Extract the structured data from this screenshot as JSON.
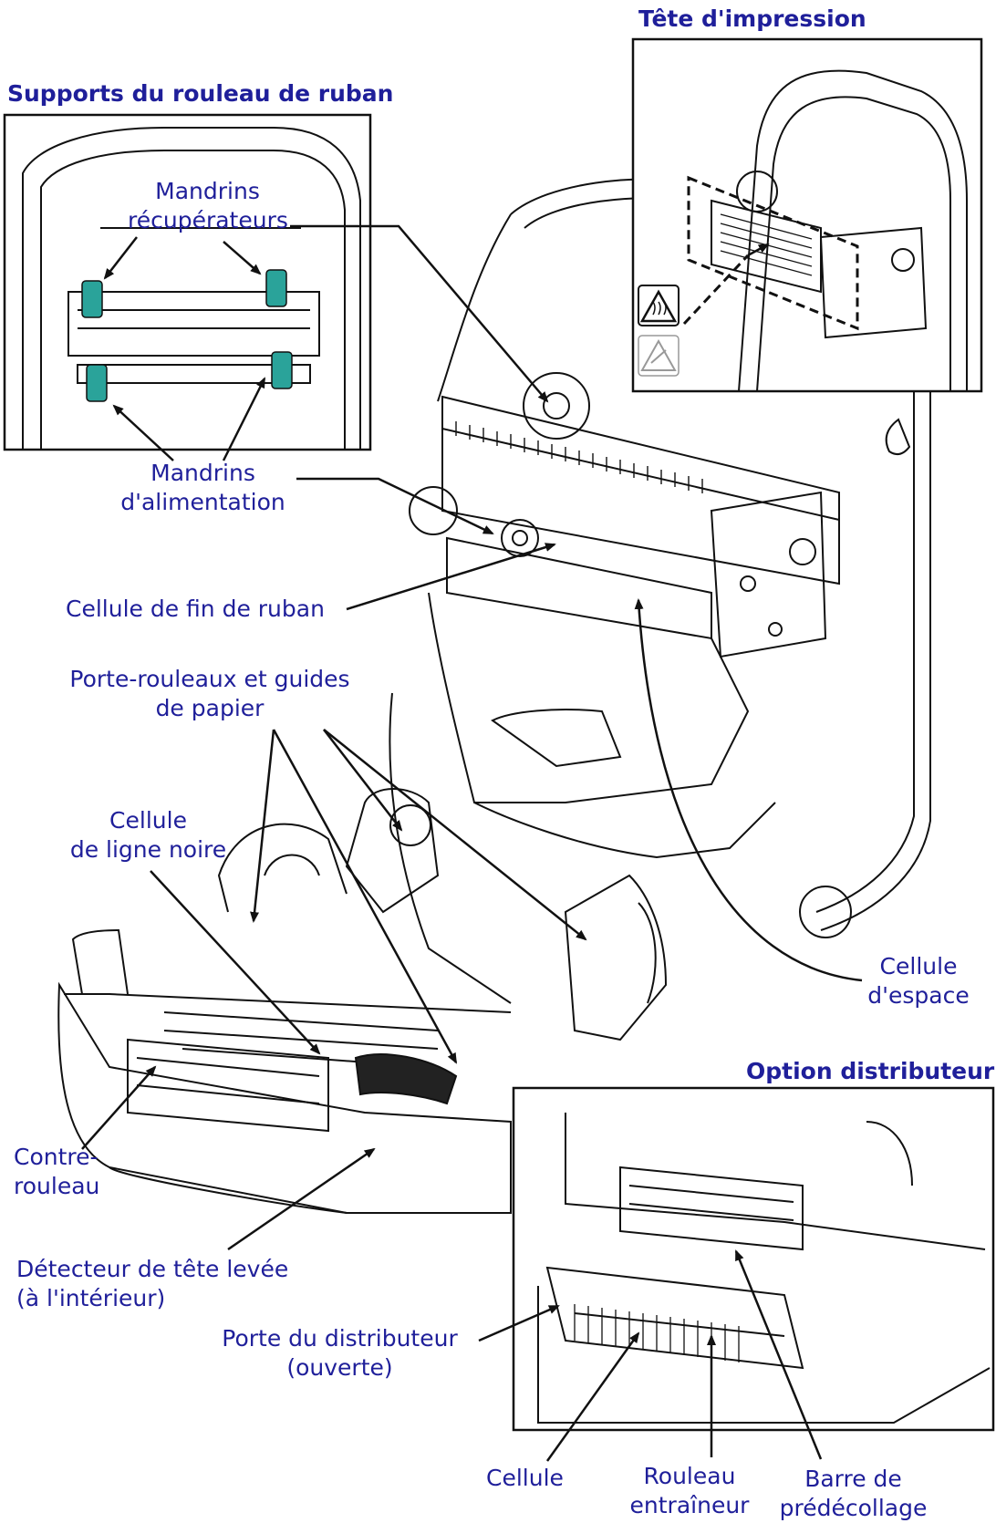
{
  "inset_titles": {
    "print_head": "Tête d'impression",
    "ribbon_supports": "Supports du rouleau de ruban",
    "dispenser_option": "Option distributeur"
  },
  "labels": {
    "take_up_spindles": [
      "Mandrins",
      "récupérateurs"
    ],
    "supply_spindles": [
      "Mandrins",
      "d'alimentation"
    ],
    "ribbon_out_sensor": "Cellule de fin de ruban",
    "roll_holders": [
      "Porte-rouleaux et guides",
      "de papier"
    ],
    "black_mark_sensor": [
      "Cellule",
      "de ligne noire"
    ],
    "gap_sensor": [
      "Cellule",
      "d'espace"
    ],
    "platen_roller": [
      "Contre-",
      "rouleau"
    ],
    "head_open_sensor": [
      "Détecteur de tête levée",
      "(à l'intérieur)"
    ],
    "dispenser_door": [
      "Porte du distributeur",
      "(ouverte)"
    ],
    "sensor": "Cellule",
    "pinch_roller": [
      "Rouleau",
      "entraîneur"
    ],
    "peel_bar": [
      "Barre de",
      "prédécollage"
    ]
  },
  "colors": {
    "label_text": "#1f1f9a",
    "spindle_accent": "#2aa39a",
    "line_art": "#111111"
  },
  "icons": [
    "hot-surface-warning-icon",
    "electrostatic-warning-icon"
  ]
}
